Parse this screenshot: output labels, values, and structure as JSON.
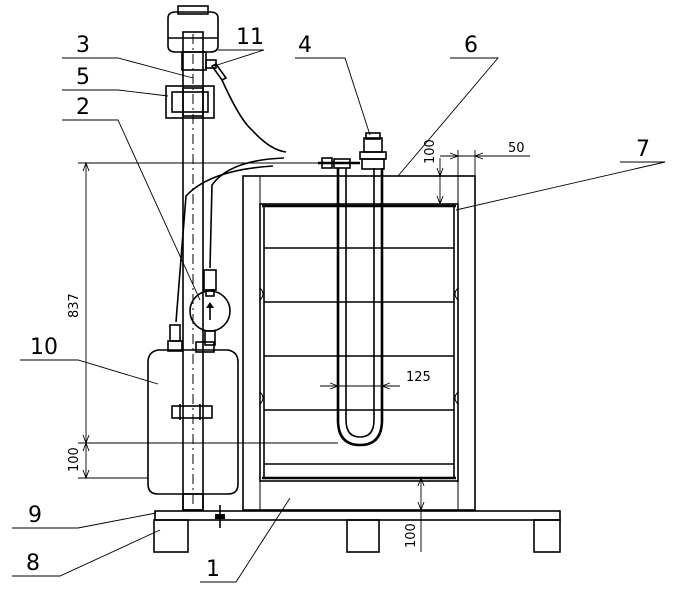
{
  "labels": {
    "l1": "1",
    "l2": "2",
    "l3": "3",
    "l4": "4",
    "l5": "5",
    "l6": "6",
    "l7": "7",
    "l8": "8",
    "l9": "9",
    "l10": "10",
    "l11": "11"
  },
  "dimensions": {
    "d837": "837",
    "d100_left": "100",
    "d100_top": "100",
    "d50": "50",
    "d125": "125",
    "d100_bottom": "100"
  }
}
